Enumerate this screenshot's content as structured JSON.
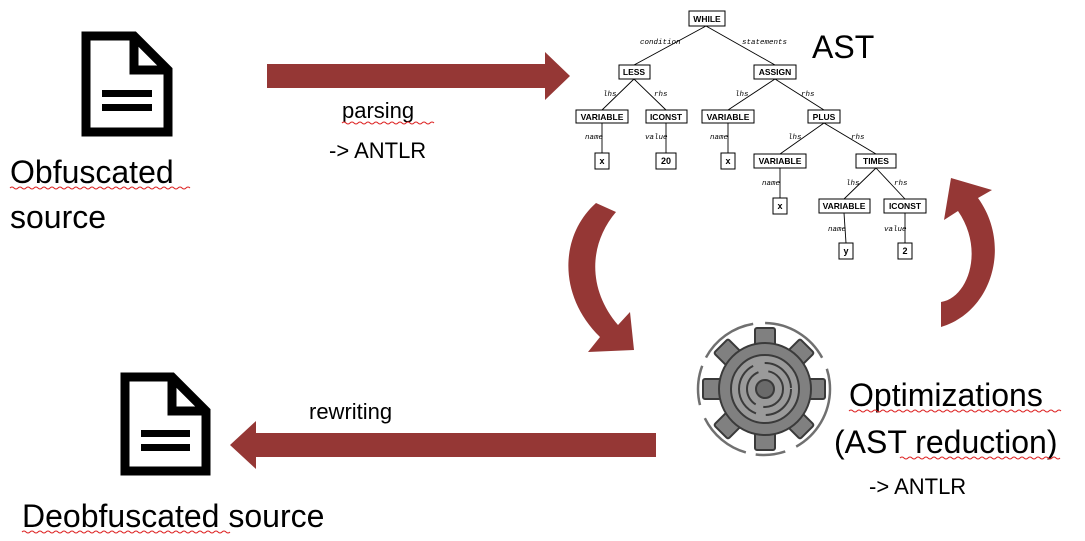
{
  "colors": {
    "arrow": "#953735",
    "icon": "#000000",
    "gear": "#808080",
    "gear_dark": "#5a5a5a"
  },
  "obfuscated": {
    "line1": "Obfuscated",
    "line2": "source",
    "icon": "document-icon"
  },
  "parsing": {
    "line1": "parsing",
    "line2": "-> ANTLR"
  },
  "ast": {
    "title": "AST",
    "nodes": {
      "while": "WHILE",
      "less": "LESS",
      "assign": "ASSIGN",
      "var1": "VARIABLE",
      "iconst1": "ICONST",
      "var2": "VARIABLE",
      "plus": "PLUS",
      "var3": "VARIABLE",
      "times": "TIMES",
      "var4": "VARIABLE",
      "iconst2": "ICONST",
      "x1": "x",
      "c20": "20",
      "x2": "x",
      "x3": "x",
      "y": "y",
      "c2": "2"
    },
    "edge_labels": {
      "condition": "condition",
      "statements": "statements",
      "lhs": "lhs",
      "rhs": "rhs",
      "name": "name",
      "value": "value"
    }
  },
  "optimizations": {
    "line1": "Optimizations",
    "line2": "(AST reduction)",
    "line3": "-> ANTLR",
    "icon": "gear-icon"
  },
  "rewriting": {
    "label": "rewriting"
  },
  "deobfuscated": {
    "label": "Deobfuscated source",
    "icon": "document-icon"
  }
}
